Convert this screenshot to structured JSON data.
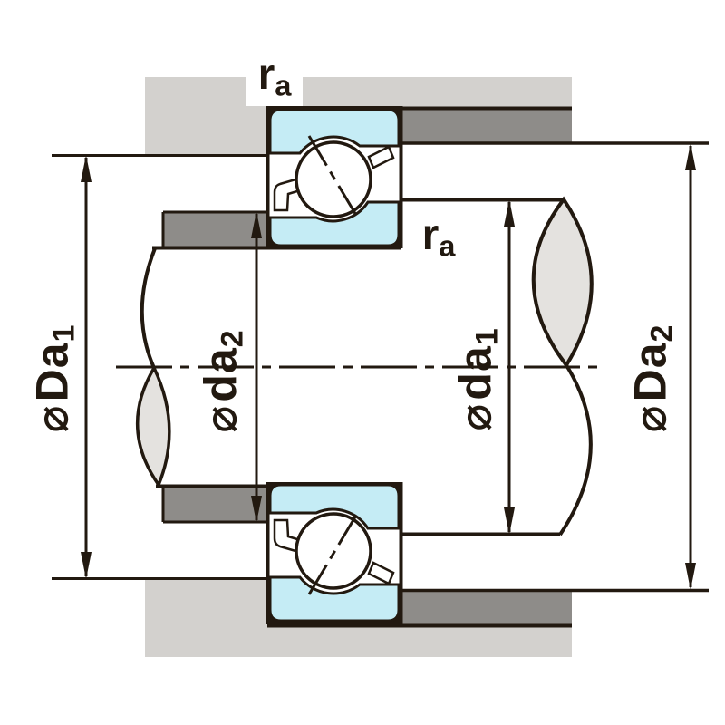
{
  "figure": {
    "labels": {
      "ra_top": {
        "base": "r",
        "sub": "a"
      },
      "ra_side": {
        "base": "r",
        "sub": "a"
      },
      "Da1": {
        "sym": "⌀",
        "base": "Da",
        "sub": "1"
      },
      "da2": {
        "sym": "⌀",
        "base": "da",
        "sub": "2"
      },
      "da1": {
        "sym": "⌀",
        "base": "da",
        "sub": "1"
      },
      "Da2": {
        "sym": "⌀",
        "base": "Da",
        "sub": "2"
      }
    },
    "colors": {
      "housing": "#d3d1ce",
      "spacer": "#8e8c89",
      "bearing_ring": "#c5ecf5",
      "break_fill": "#e4e2df",
      "line": "#221910",
      "white": "#ffffff"
    }
  }
}
